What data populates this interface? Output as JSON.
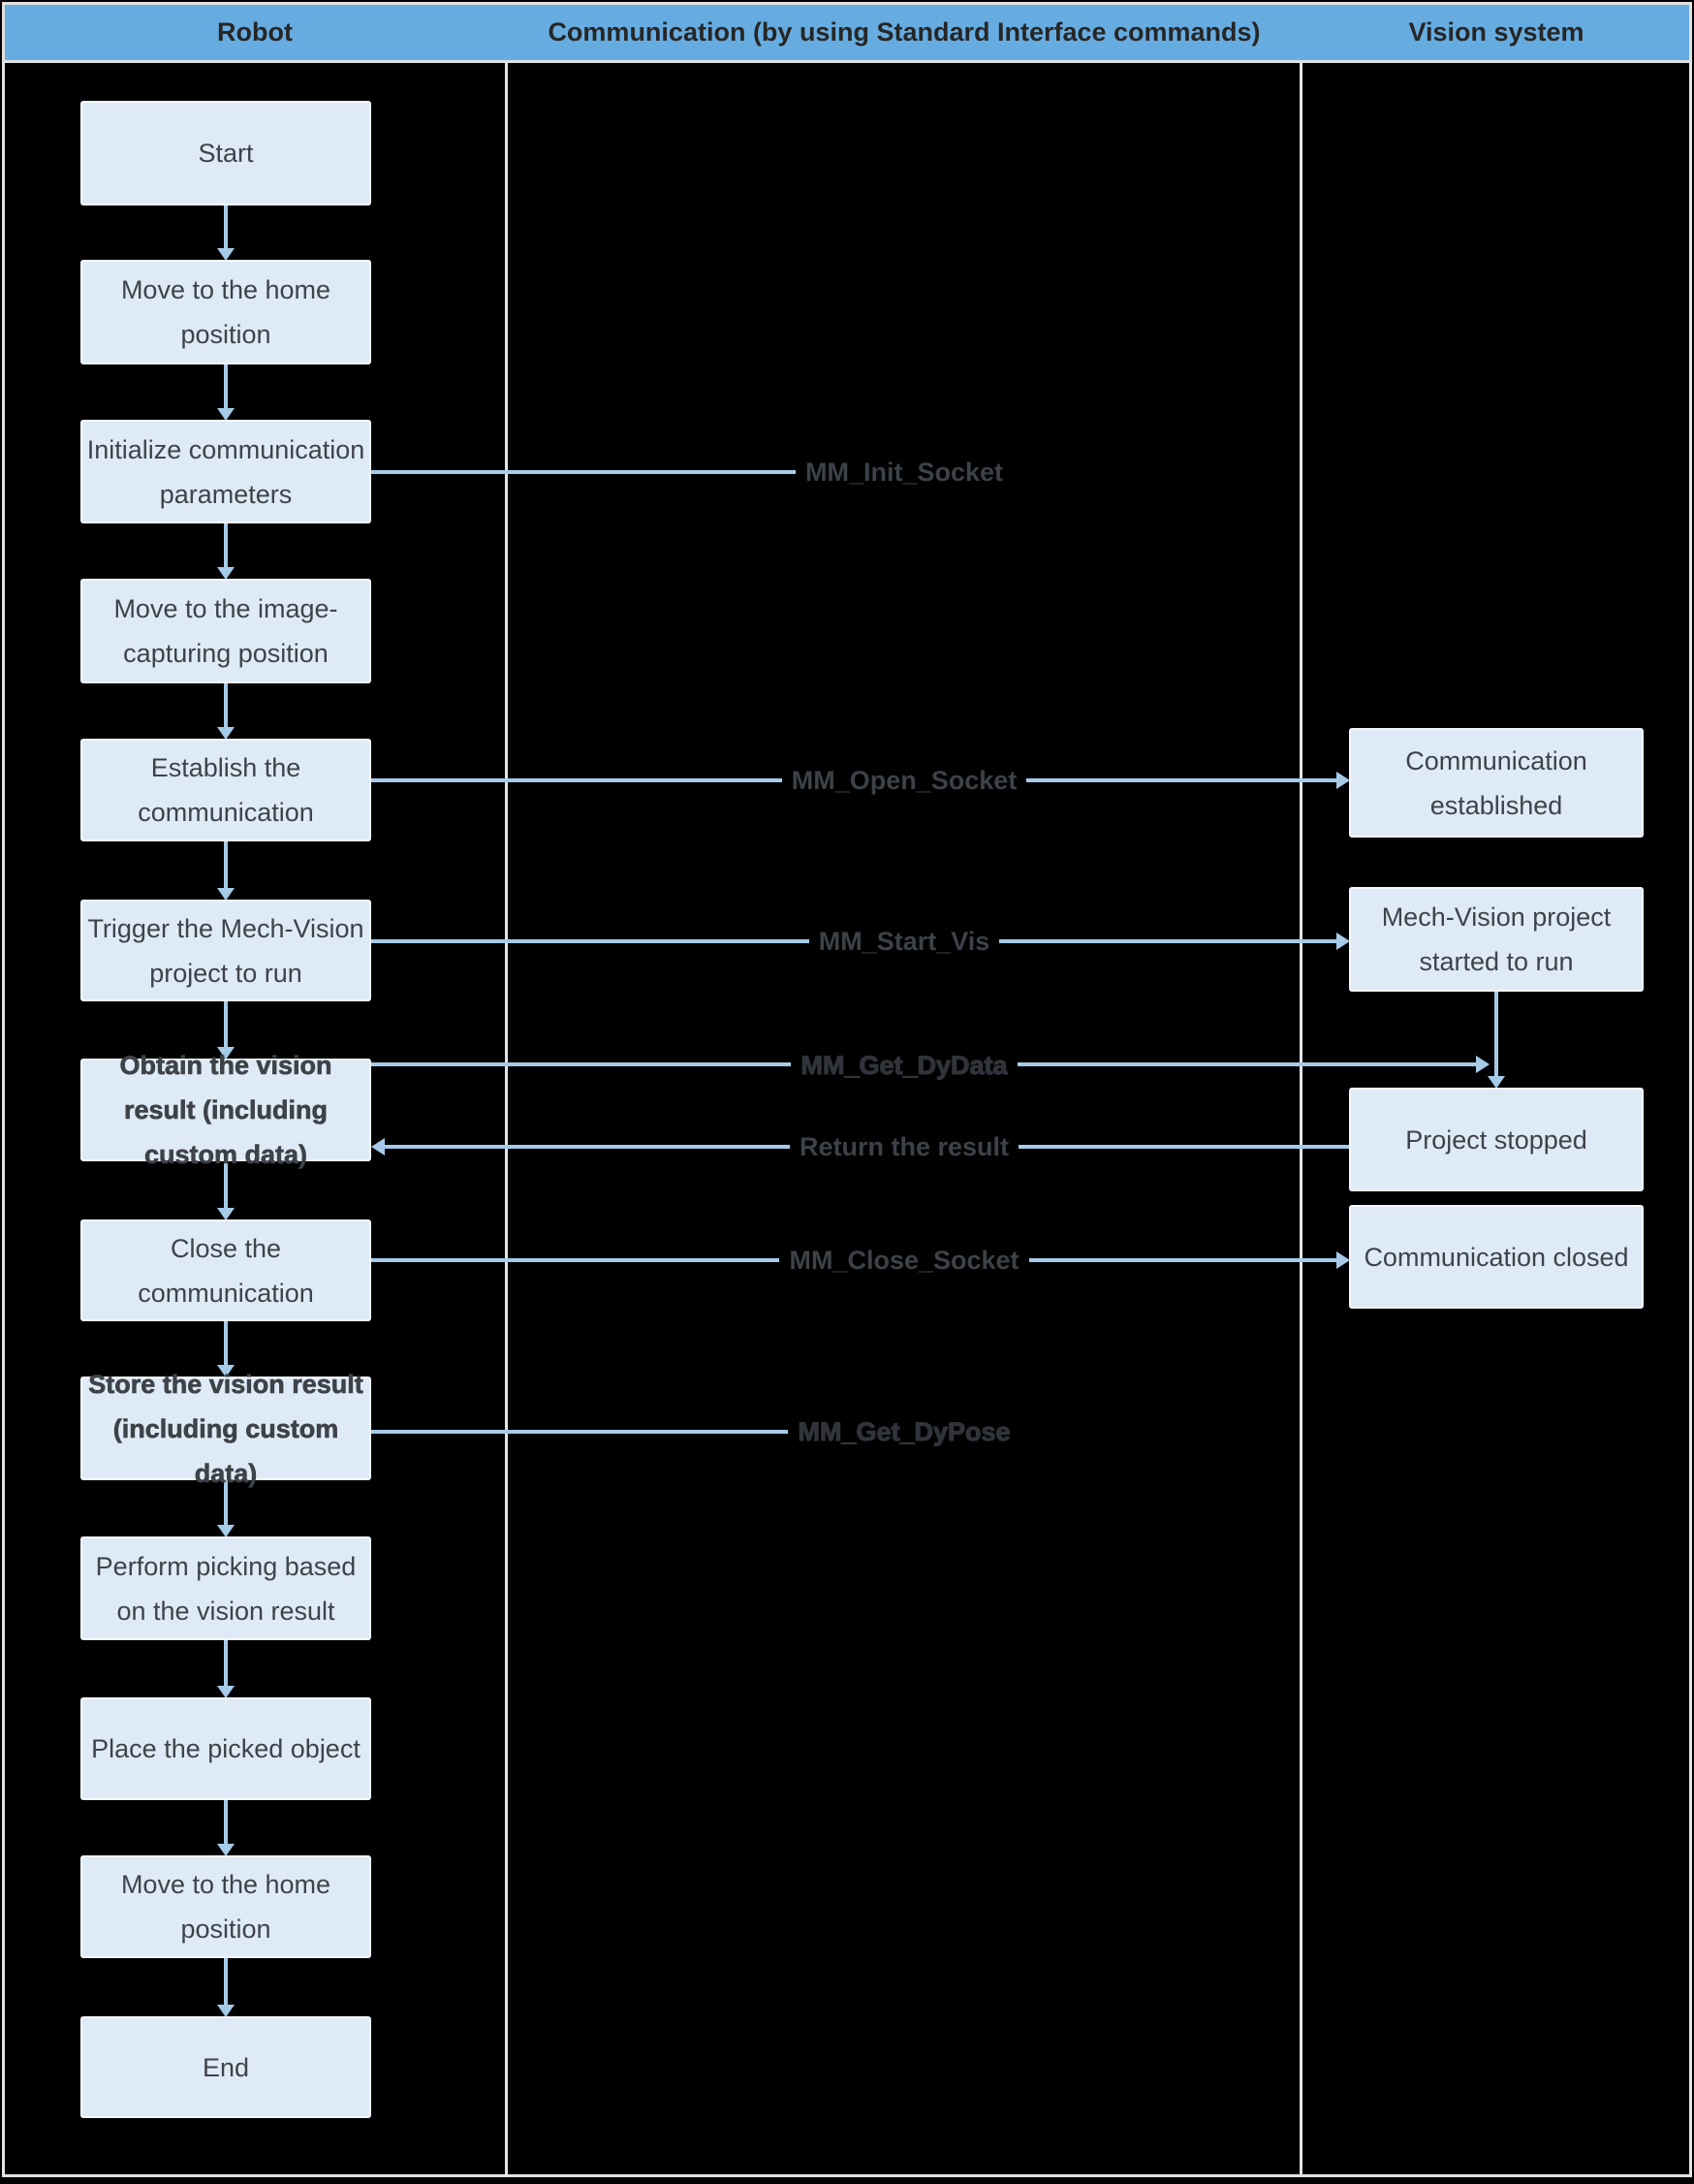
{
  "header": {
    "columns": [
      {
        "label": "Robot"
      },
      {
        "label": "Communication (by using Standard Interface commands)"
      },
      {
        "label": "Vision system"
      }
    ]
  },
  "robot_lane": {
    "steps": [
      {
        "label": "Start",
        "bold": false
      },
      {
        "label": "Move to the home position",
        "bold": false
      },
      {
        "label": "Initialize communication parameters",
        "bold": false
      },
      {
        "label": "Move to the image-capturing position",
        "bold": false
      },
      {
        "label": "Establish the communication",
        "bold": false
      },
      {
        "label": "Trigger the Mech-Vision project to run",
        "bold": false
      },
      {
        "label": "Obtain the vision result (including custom data)",
        "bold": true
      },
      {
        "label": "Close the communication",
        "bold": false
      },
      {
        "label": "Store the vision result (including custom data)",
        "bold": true
      },
      {
        "label": "Perform picking based on the vision result",
        "bold": false
      },
      {
        "label": "Place the picked object",
        "bold": false
      },
      {
        "label": "Move to the home position",
        "bold": false
      },
      {
        "label": "End",
        "bold": false
      }
    ]
  },
  "commands": {
    "init_socket": "MM_Init_Socket",
    "open_socket": "MM_Open_Socket",
    "start_vis": "MM_Start_Vis",
    "get_dydata": "MM_Get_DyData",
    "return_result": "Return the result",
    "close_socket": "MM_Close_Socket",
    "get_dypose": "MM_Get_DyPose"
  },
  "vision_lane": {
    "boxes": [
      {
        "label": "Communication established"
      },
      {
        "label": "Mech-Vision project started to run"
      },
      {
        "label": "Project stopped"
      },
      {
        "label": "Communication closed"
      }
    ]
  },
  "colors": {
    "background": "#000000",
    "frame": "#E3E3E3",
    "header_fill": "#67ACE1",
    "header_text": "#262626",
    "box_fill": "#DEEBF7",
    "box_text": "#3E4349",
    "arrow": "#A6CBE9",
    "command_text": "#3C4247"
  }
}
